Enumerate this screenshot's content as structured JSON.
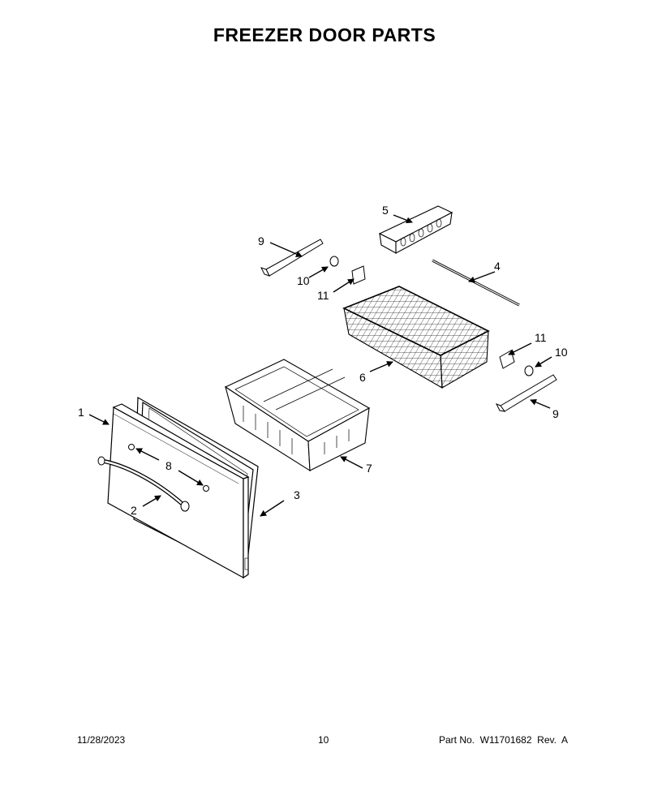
{
  "title": "FREEZER DOOR PARTS",
  "callouts": {
    "c1": "1",
    "c2": "2",
    "c3": "3",
    "c4": "4",
    "c5": "5",
    "c6": "6",
    "c7": "7",
    "c8": "8",
    "c9a": "9",
    "c9b": "9",
    "c10a": "10",
    "c10b": "10",
    "c11a": "11",
    "c11b": "11"
  },
  "footer": {
    "date": "11/28/2023",
    "page": "10",
    "part": "Part No.  W11701682  Rev.  A"
  }
}
